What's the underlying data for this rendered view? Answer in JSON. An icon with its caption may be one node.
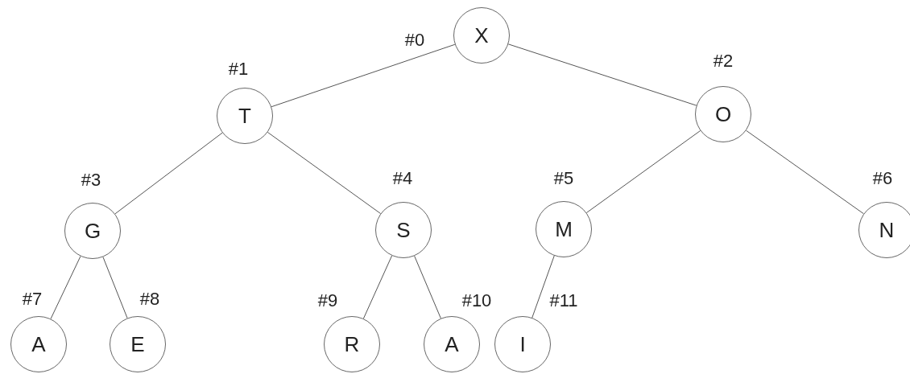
{
  "diagram": {
    "nodes": [
      {
        "text": [
          "X"
        ],
        "beside": [
          "#0"
        ]
      },
      {
        "text": [
          "T"
        ],
        "beside": [
          "#1"
        ]
      },
      {
        "text": [
          "O"
        ],
        "beside": [
          "#2"
        ]
      },
      {
        "text": [
          "G"
        ],
        "beside": [
          "#3"
        ]
      },
      {
        "text": [
          "S"
        ],
        "beside": [
          "#4"
        ]
      },
      {
        "text": [
          "M"
        ],
        "beside": [
          "#5"
        ]
      },
      {
        "text": [
          "N"
        ],
        "beside": [
          "#6"
        ]
      },
      {
        "text": [
          "A"
        ],
        "beside": [
          "#7"
        ]
      },
      {
        "text": [
          "E"
        ],
        "beside": [
          "#8"
        ]
      },
      {
        "text": [
          "R"
        ],
        "beside": [
          "#9"
        ]
      },
      {
        "text": [
          "A"
        ],
        "beside": [
          "#10"
        ]
      },
      {
        "text": [
          "I"
        ],
        "beside": [
          "#11"
        ]
      }
    ],
    "edges": [
      {
        "from": 0,
        "to": 1,
        "arrow": "none"
      },
      {
        "from": 0,
        "to": 2,
        "arrow": "none"
      },
      {
        "from": 1,
        "to": 3,
        "arrow": "none"
      },
      {
        "from": 1,
        "to": 4,
        "arrow": "none"
      },
      {
        "from": 2,
        "to": 5,
        "arrow": "none"
      },
      {
        "from": 2,
        "to": 6,
        "arrow": "none"
      },
      {
        "from": 3,
        "to": 7,
        "arrow": "none"
      },
      {
        "from": 3,
        "to": 8,
        "arrow": "none"
      },
      {
        "from": 4,
        "to": 9,
        "arrow": "none"
      },
      {
        "from": 4,
        "to": 10,
        "arrow": "none"
      },
      {
        "from": 5,
        "to": 11,
        "arrow": "none"
      }
    ]
  }
}
